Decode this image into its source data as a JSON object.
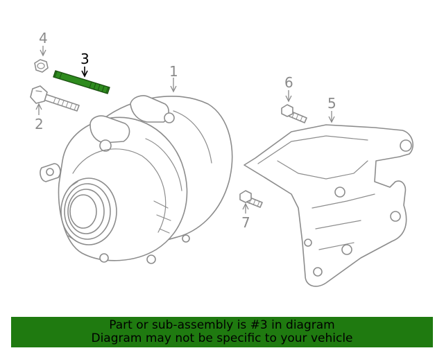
{
  "callouts": {
    "c1": "1",
    "c2": "2",
    "c3": "3",
    "c4": "4",
    "c5": "5",
    "c6": "6",
    "c7": "7"
  },
  "highlighted_part": "3",
  "colors": {
    "highlight_part": "#2e8b1e",
    "banner_background": "#1f7a10",
    "line_art": "#8c8c8c"
  },
  "banner": {
    "line1": "Part or sub-assembly is #3 in diagram",
    "line2": "Diagram may not be specific to your vehicle"
  }
}
